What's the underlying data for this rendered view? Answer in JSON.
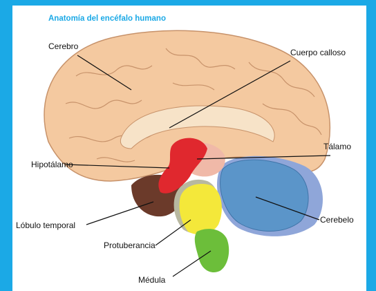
{
  "title": "Anatomía del encéfalo humano",
  "labels": {
    "cerebro": "Cerebro",
    "cuerpo_calloso": "Cuerpo calloso",
    "talamo": "Tálamo",
    "hipotalamo": "Hipotálamo",
    "lobulo_temporal": "Lóbulo temporal",
    "cerebelo": "Cerebelo",
    "protuberancia": "Protuberancia",
    "medula": "Médula"
  },
  "colors": {
    "background_border": "#1ba9e6",
    "title": "#1ba9e6",
    "cerebrum": "#f4c9a0",
    "cerebrum_outline": "#c7926a",
    "corpus_callosum": "#f7e3c8",
    "hypothalamus": "#e0282e",
    "thalamus": "#f0b9a8",
    "temporal_lobe": "#6b3a2a",
    "pons": "#f4e83a",
    "pons_shadow": "#b8b8a0",
    "cerebellum": "#5b95c9",
    "cerebellum_outer": "#8fa6d9",
    "medulla": "#6cbe3a"
  }
}
